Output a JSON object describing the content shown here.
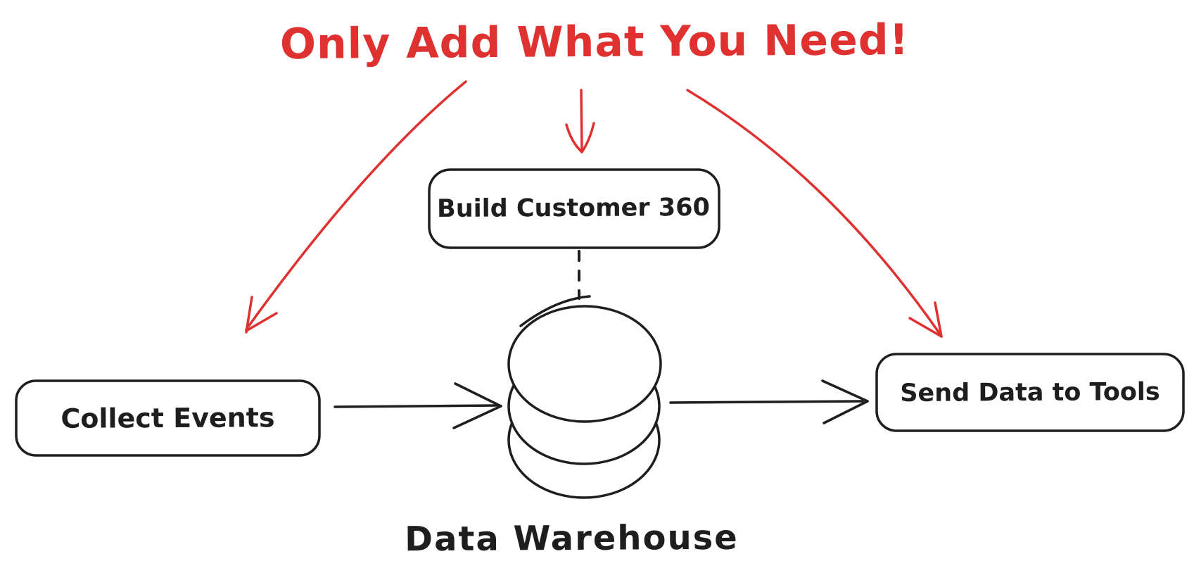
{
  "title": {
    "text": "Only Add What You Need!"
  },
  "colors": {
    "accent_red": "#e03131",
    "stroke_black": "#1e1e1e",
    "background": "#ffffff"
  },
  "nodes": {
    "build_customer_360": {
      "label": "Build Customer 360",
      "shape": "rounded-rectangle"
    },
    "collect_events": {
      "label": "Collect Events",
      "shape": "rounded-rectangle"
    },
    "send_data_to_tools": {
      "label": "Send Data to Tools",
      "shape": "rounded-rectangle"
    },
    "data_warehouse": {
      "label": "Data Warehouse",
      "icon": "database-cylinder-icon"
    }
  },
  "edges": [
    {
      "from": "title",
      "to": "collect_events",
      "style": "curved-red-arrow"
    },
    {
      "from": "title",
      "to": "build_customer_360",
      "style": "straight-red-arrow"
    },
    {
      "from": "title",
      "to": "send_data_to_tools",
      "style": "curved-red-arrow"
    },
    {
      "from": "collect_events",
      "to": "data_warehouse",
      "style": "solid-black-arrow"
    },
    {
      "from": "data_warehouse",
      "to": "send_data_to_tools",
      "style": "solid-black-arrow"
    },
    {
      "from": "build_customer_360",
      "to": "data_warehouse",
      "style": "dashed-black-line"
    }
  ]
}
